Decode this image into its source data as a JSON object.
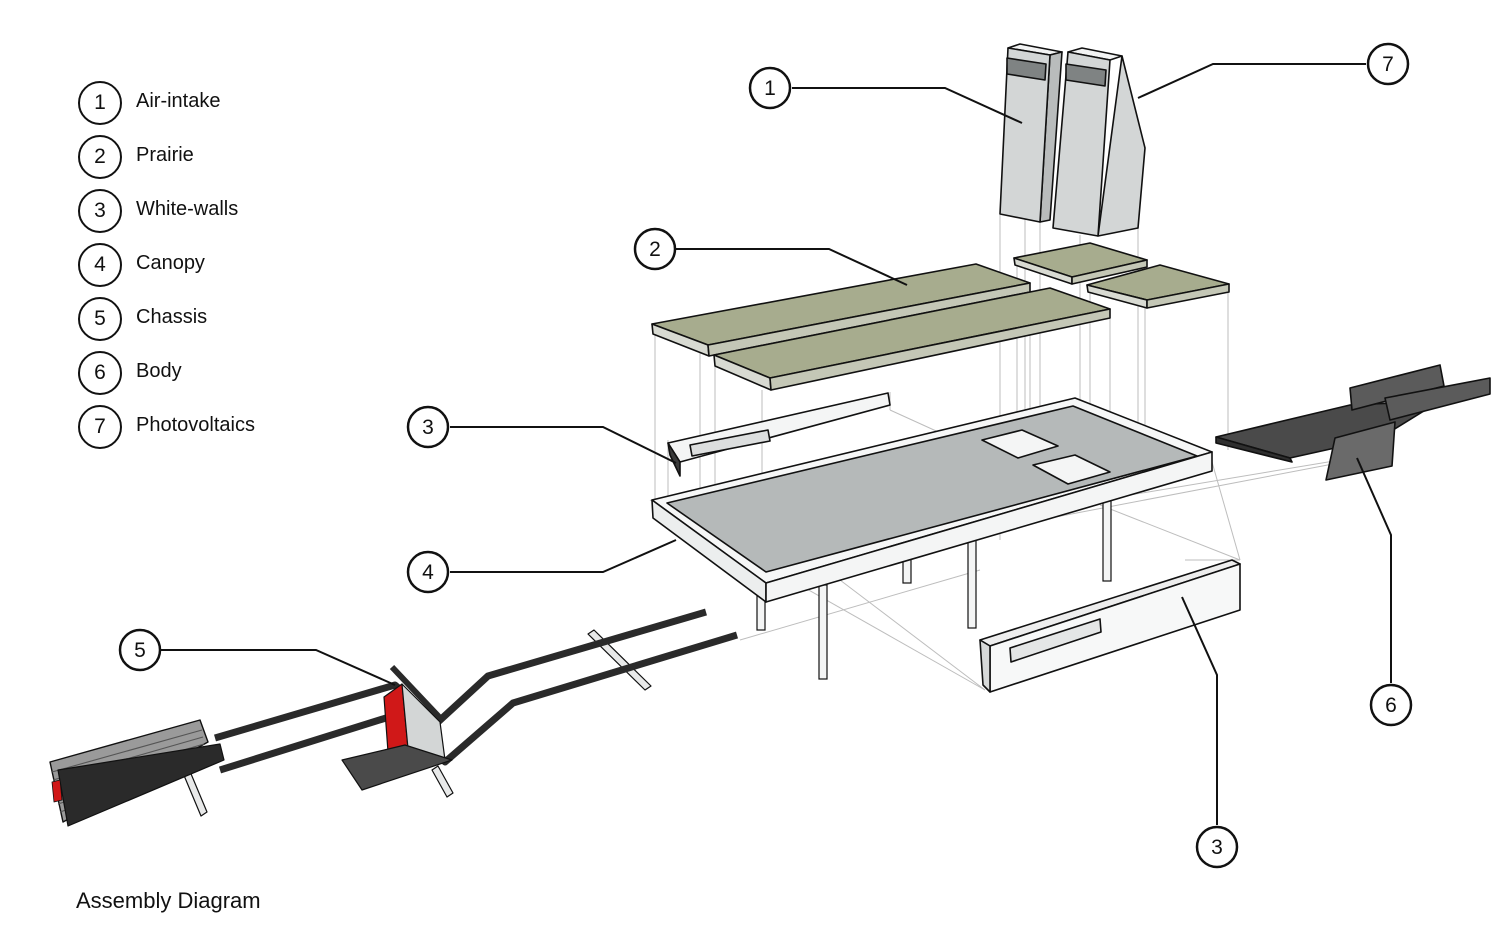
{
  "legend": [
    {
      "number": "1",
      "label": "Air-intake"
    },
    {
      "number": "2",
      "label": "Prairie"
    },
    {
      "number": "3",
      "label": "White-walls"
    },
    {
      "number": "4",
      "label": "Canopy"
    },
    {
      "number": "5",
      "label": "Chassis"
    },
    {
      "number": "6",
      "label": "Body"
    },
    {
      "number": "7",
      "label": "Photovoltaics"
    }
  ],
  "callouts": [
    {
      "number": "1",
      "target": "Air-intake"
    },
    {
      "number": "7",
      "target": "Photovoltaics"
    },
    {
      "number": "2",
      "target": "Prairie"
    },
    {
      "number": "3",
      "target": "White-walls (left)"
    },
    {
      "number": "4",
      "target": "Canopy"
    },
    {
      "number": "5",
      "target": "Chassis"
    },
    {
      "number": "6",
      "target": "Body"
    },
    {
      "number": "3",
      "target": "White-walls (front)"
    }
  ],
  "caption": "Assembly Diagram",
  "colors": {
    "outline": "#111111",
    "panel_grey": "#d3d6d6",
    "canopy_grey": "#b5b9b9",
    "prairie_green": "#a7ac8e",
    "chassis_dark": "#2a2a2a",
    "body_dark": "#555555",
    "accent_red": "#d01818",
    "guide_line": "#bdbdbd"
  }
}
